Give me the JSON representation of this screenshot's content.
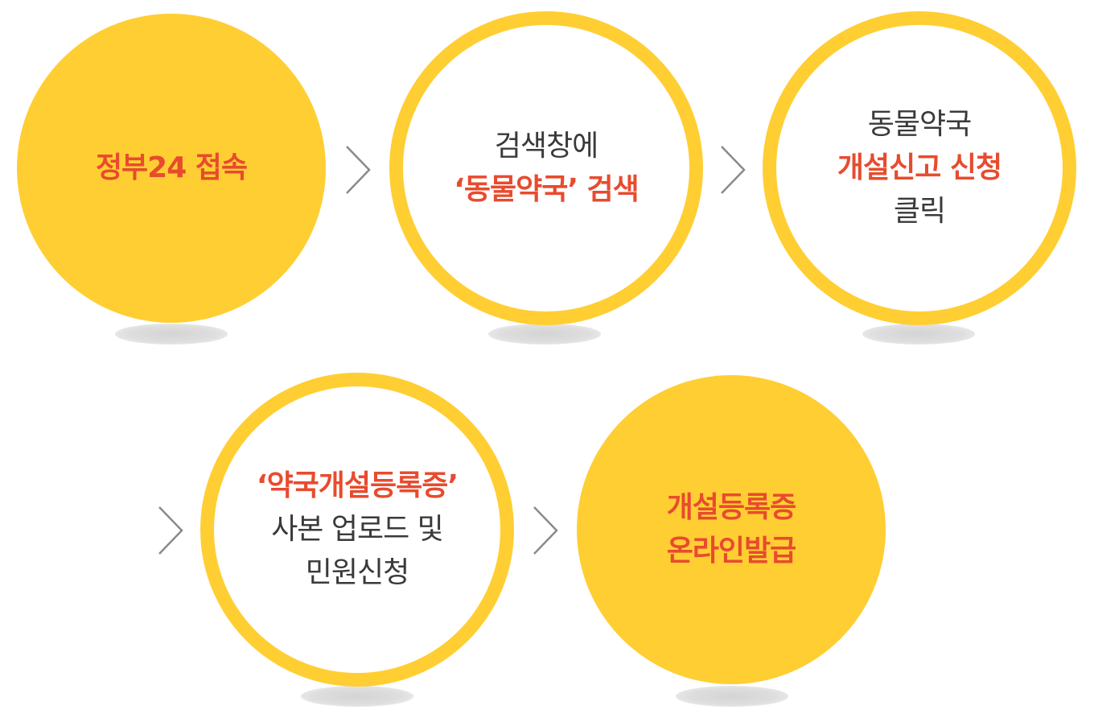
{
  "colors": {
    "circle": "#ffce33",
    "highlight": "#e84b2e",
    "text": "#3a3a3a",
    "arrow": "#8a8a8a"
  },
  "steps": [
    {
      "lines": [
        {
          "text": "정부24 접속",
          "emphasis": true
        }
      ]
    },
    {
      "lines": [
        {
          "text": "검색창에",
          "emphasis": false
        },
        {
          "text": "‘동물약국’ 검색",
          "emphasis": true
        }
      ]
    },
    {
      "lines": [
        {
          "text": "동물약국",
          "emphasis": false
        },
        {
          "text": "개설신고 신청",
          "emphasis": true
        },
        {
          "text": "클릭",
          "emphasis": false
        }
      ]
    },
    {
      "lines": [
        {
          "text": "‘약국개설등록증’",
          "emphasis": true
        },
        {
          "text": "사본 업로드 및",
          "emphasis": false
        },
        {
          "text": "민원신청",
          "emphasis": false
        }
      ]
    },
    {
      "lines": [
        {
          "text": "개설등록증",
          "emphasis": true
        },
        {
          "text": "온라인발급",
          "emphasis": true
        }
      ]
    }
  ],
  "arrow_icon": "chevron-right-icon"
}
